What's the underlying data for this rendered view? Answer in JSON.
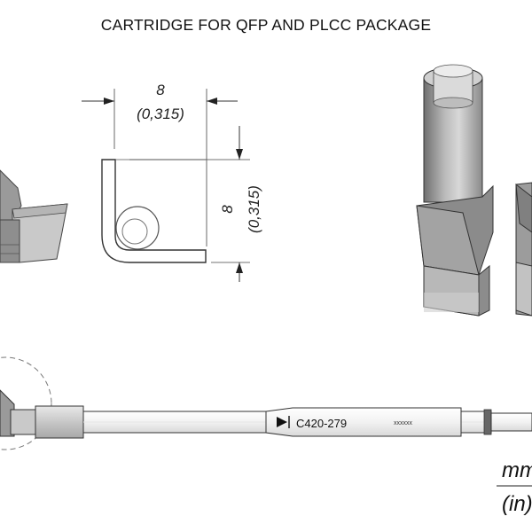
{
  "title": "CARTRIDGE FOR QFP AND PLCC PACKAGE",
  "dimensions": {
    "width_mm": "8",
    "width_in": "(0,315)",
    "height_mm": "8",
    "height_in": "(0,315)"
  },
  "cartridge": {
    "part_number": "C420-279",
    "marking": "xxxxxx"
  },
  "units": {
    "mm": "mm",
    "in": "(in)"
  }
}
